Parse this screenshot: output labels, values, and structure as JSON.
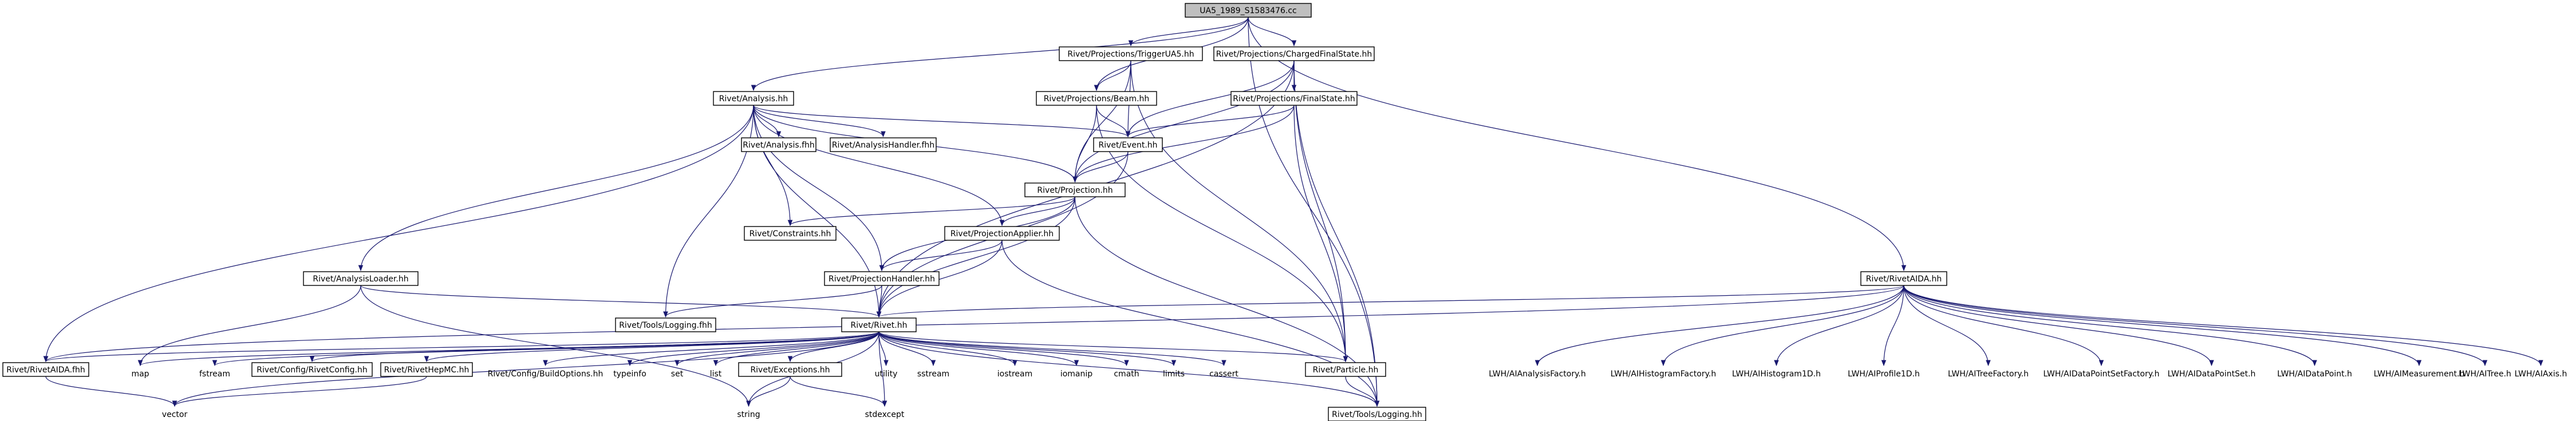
{
  "colors": {
    "edge": "#191970",
    "root_fill": "#bfbfbf",
    "missing_border": "#ff0000",
    "node_border": "#000000",
    "text": "#000000"
  },
  "nodes": {
    "root": "UA5_1989_S1583476.cc",
    "trigger_ua5": "Rivet/Projections/TriggerUA5.hh",
    "charged_fs": "Rivet/Projections/ChargedFinalState.hh",
    "analysis": "Rivet/Analysis.hh",
    "beam": "Rivet/Projections/Beam.hh",
    "final_state": "Rivet/Projections/FinalState.hh",
    "analysis_fhh": "Rivet/Analysis.fhh",
    "analysis_handler": "Rivet/AnalysisHandler.fhh",
    "event": "Rivet/Event.hh",
    "projection": "Rivet/Projection.hh",
    "constraints": "Rivet/Constraints.hh",
    "projection_applier": "Rivet/ProjectionApplier.hh",
    "analysis_loader": "Rivet/AnalysisLoader.hh",
    "projection_handler": "Rivet/ProjectionHandler.hh",
    "logging_fhh": "Rivet/Tools/Logging.fhh",
    "rivet": "Rivet/Rivet.hh",
    "rivet_aida_fhh": "Rivet/RivetAIDA.fhh",
    "rivet_aida_hh": "Rivet/RivetAIDA.hh",
    "vector": "vector",
    "map": "map",
    "fstream": "fstream",
    "rivet_config": "Rivet/Config/RivetConfig.hh",
    "rivet_hepmc": "Rivet/RivetHepMC.hh",
    "build_options": "Rivet/Config/BuildOptions.hh",
    "typeinfo": "typeinfo",
    "set": "set",
    "list": "list",
    "exceptions": "Rivet/Exceptions.hh",
    "string": "string",
    "utility": "utility",
    "sstream": "sstream",
    "stdexcept": "stdexcept",
    "iostream": "iostream",
    "iomanip": "iomanip",
    "cmath": "cmath",
    "limits": "limits",
    "cassert": "cassert",
    "particle": "Rivet/Particle.hh",
    "logging_hh": "Rivet/Tools/Logging.hh",
    "ianalysis_factory": "LWH/AIAnalysisFactory.h",
    "ihistogram_factory": "LWH/AIHistogramFactory.h",
    "ihistogram1d": "LWH/AIHistogram1D.h",
    "iprofile1d": "LWH/AIProfile1D.h",
    "itree_factory": "LWH/AITreeFactory.h",
    "idps_factory": "LWH/AIDataPointSetFactory.h",
    "idps": "LWH/AIDataPointSet.h",
    "idatapoint": "LWH/AIDataPoint.h",
    "imeasurement": "LWH/AIMeasurement.h",
    "itree": "LWH/AITree.h",
    "iaxis": "LWH/AIAxis.h"
  }
}
